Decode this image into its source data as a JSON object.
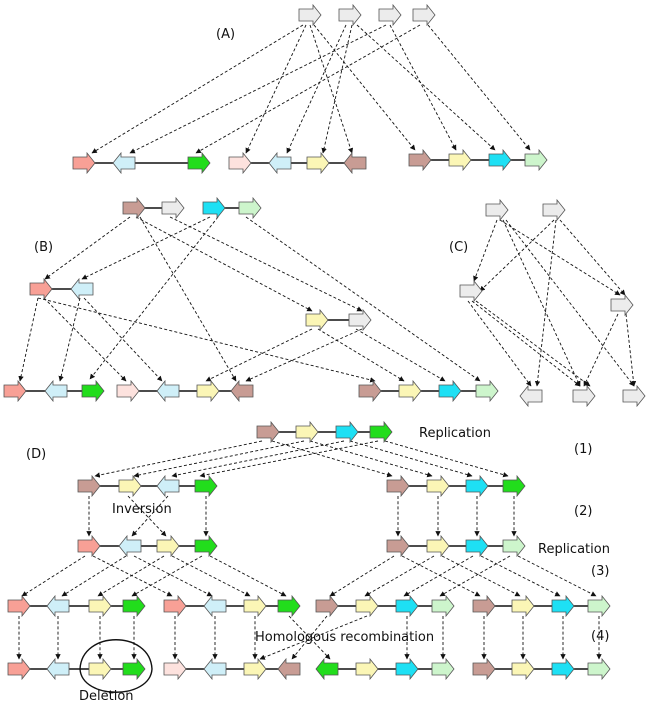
{
  "title": "",
  "panels": {
    "A": "(A)",
    "B": "(B)",
    "C": "(C)",
    "D": "(D)"
  },
  "steps": {
    "s1": "(1)",
    "s2": "(2)",
    "s3": "(3)",
    "s4": "(4)"
  },
  "annotations": {
    "replication_top": "Replication",
    "inversion": "Inversion",
    "replication_mid": "Replication",
    "homologous_recombination": "Homologous recombination",
    "deletion": "Deletion"
  },
  "colors": {
    "gray": "#ececec",
    "salmon": "#f8a096",
    "light_pink": "#fde2de",
    "light_blue": "#cfeff8",
    "green": "#22dd1c",
    "yellow": "#fbf6b6",
    "rose_brown": "#c89c94",
    "cyan": "#1ee0f4",
    "mint": "#cdf5cc",
    "edge": "#111111"
  },
  "legend": []
}
